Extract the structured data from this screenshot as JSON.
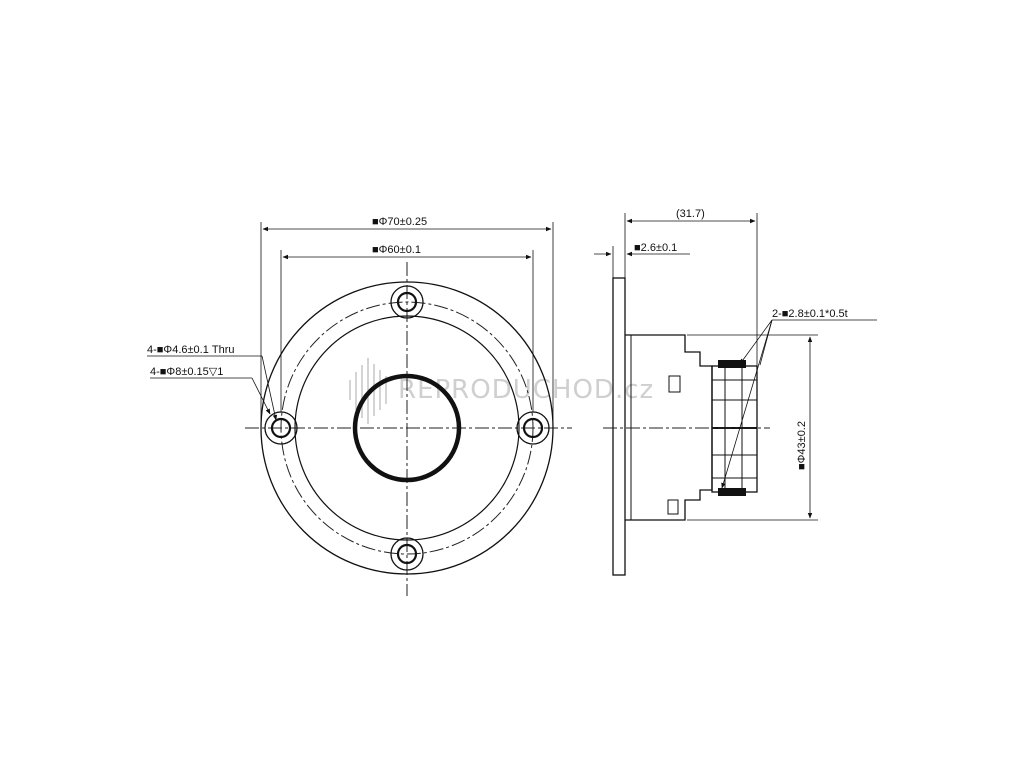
{
  "front_view": {
    "outer_diameter_label": "■Φ70±0.25",
    "inner_diameter_label": "■Φ60±0.1",
    "thru_hole_label": "4-■Φ4.6±0.1 Thru",
    "counterbore_label": "4-■Φ8±0.15▽1"
  },
  "side_view": {
    "depth_label": "(31.7)",
    "flange_label": "■2.6±0.1",
    "terminal_label": "2-■2.8±0.1*0.5t",
    "body_diameter_label": "■Φ43±0.2"
  },
  "watermark": {
    "text": "REPRODUCHOD.cz"
  },
  "colors": {
    "line": "#111111",
    "watermark": "#cfcfcf"
  }
}
